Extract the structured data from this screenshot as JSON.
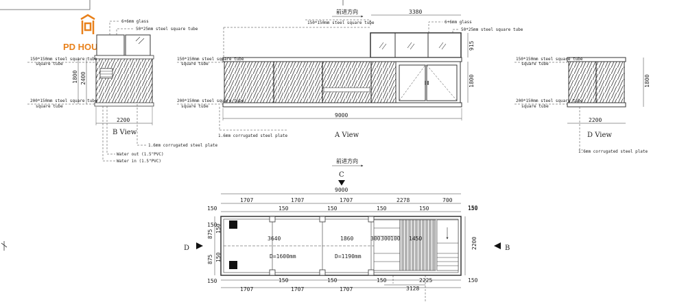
{
  "logo": {
    "text": "PD HOUSE",
    "color": "#e8801a"
  },
  "b_view": {
    "title": "B View",
    "glass": "6+6mm glass",
    "tube_50": "50*25mm steel square tube",
    "tube_top": "150*150mm steel square tube",
    "tube_bottom": "200*150mm steel square tube",
    "height_total": "1800",
    "height_inner": "2400",
    "width": "2200",
    "plate": "1.6mm corrugated steel plate",
    "water_out": "Water out (1.5\"PVC)",
    "water_in": "Water in (1.5\"PVC)"
  },
  "a_view": {
    "title": "A View",
    "direction": "前进方向",
    "tube_50": "150*150mm steel square tube",
    "top_dim": "3380",
    "glass": "6+6mm glass",
    "tube_glass": "50*25mm steel square tube",
    "height_glass": "915",
    "height_body": "1800",
    "tube_top": "150*150mm steel square tube",
    "tube_bottom": "200*150mm steel square tube",
    "length": "9000",
    "plate": "1.6mm corrugated steel plate"
  },
  "d_view": {
    "title": "D View",
    "tube_top": "150*150mm steel square tube",
    "tube_bottom": "200*150mm steel square tube",
    "height": "1800",
    "width": "2200",
    "plate": "1.6mm corrugated steel plate"
  },
  "plan": {
    "direction": "前进方向",
    "marker_c": "C",
    "marker_d": "D",
    "marker_b": "B",
    "total_length": "9000",
    "top_dims": [
      "1707",
      "1707",
      "1707",
      "2278",
      "700"
    ],
    "top_small": [
      "150",
      "150",
      "150",
      "150",
      "150",
      "150"
    ],
    "bottom_dims": [
      "1707",
      "1707",
      "1707",
      "3128"
    ],
    "bottom_small": [
      "150",
      "150",
      "150",
      "2225",
      "150"
    ],
    "left_dims": [
      "875",
      "150",
      "150",
      "875"
    ],
    "left_150": [
      "150",
      "150"
    ],
    "right_dims": [
      "150",
      "2200",
      "150"
    ],
    "room_dims": [
      "3640",
      "1860",
      "300",
      "300",
      "100",
      "1450"
    ],
    "d1": "D=1600mm",
    "d2": "D=1190mm"
  }
}
